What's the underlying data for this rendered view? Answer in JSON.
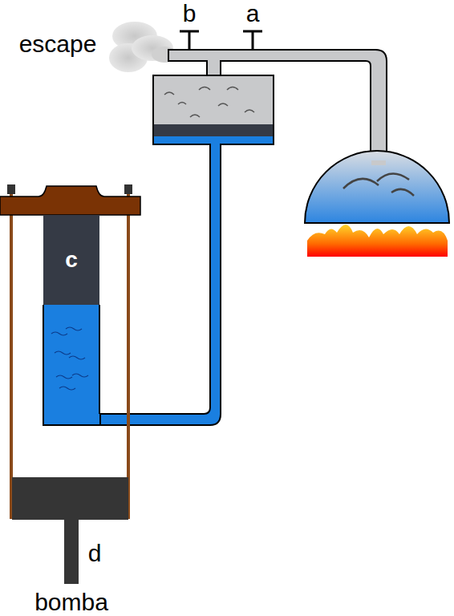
{
  "diagram": {
    "nodes": [
      {
        "text": [
          "c"
        ]
      }
    ],
    "labels": [
      "escape",
      "b",
      "a",
      "d",
      "bomba"
    ]
  }
}
